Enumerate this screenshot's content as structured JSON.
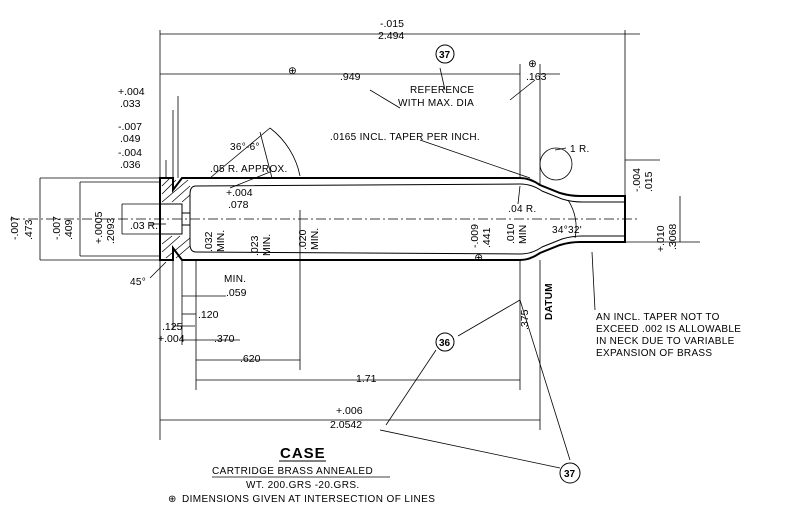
{
  "dimensions": {
    "overall_tol": "-.015",
    "overall_len": "2.494",
    "ref_len": ".949",
    "shoulder_ref": ".163",
    "reference_line1": "REFERENCE",
    "reference_line2": "WITH MAX. DIA",
    "rim_tol": "+.004",
    "rim_thk": ".033",
    "groove_tol": "-.007",
    "groove_dia_val": ".049",
    "bevel_tol": "-.004",
    "bevel_val": ".036",
    "angle_top": "36°-6°",
    "taper_note": ".0165 INCL. TAPER PER INCH.",
    "fillet_note": ".05 R. APPROX.",
    "web_tol": "+.004",
    "web_val": ".078",
    "r1_note": "1 R.",
    "neck_tol": "-.004",
    "neck_val": ".015",
    "rim_dia_tol": "-.007",
    "rim_dia_val": ".473",
    "head_dia_tol": "-.007",
    "head_dia_val": ".409",
    "primer_tol": "+.0005",
    "primer_val": ".2093",
    "r03": ".03 R.",
    "min032_val": ".032",
    "min032_lbl": "MIN.",
    "min023_val": ".023",
    "min023_lbl": "MIN.",
    "min020_val": ".020",
    "min020_lbl": "MIN.",
    "shoulder_tol": "-.009",
    "shoulder_dia": ".441",
    "min010_val": ".010",
    "min010_lbl": "MIN",
    "r04": ".04 R.",
    "angle_shoulder": "34°32'",
    "mouth_tol": "+.010",
    "mouth_dia": ".3068",
    "angle45": "45°",
    "min_lbl": "MIN.",
    "d059": ".059",
    "d120": ".120",
    "d125": ".125",
    "d125_tol": "+.004",
    "d370": ".370",
    "d620": ".620",
    "d71": "1.71",
    "d375": ".375",
    "datum": "DATUM",
    "neck_note_1": "AN INCL. TAPER NOT TO",
    "neck_note_2": "EXCEED .002 IS ALLOWABLE",
    "neck_note_3": "IN NECK DUE TO VARIABLE",
    "neck_note_4": "EXPANSION OF BRASS",
    "body_tol": "+.006",
    "body_len": "2.0542"
  },
  "balloons": {
    "b37": "37",
    "b36": "36",
    "b37b": "37"
  },
  "title": {
    "case": "CASE",
    "material": "CARTRIDGE BRASS ANNEALED",
    "weight": "WT. 200.GRS -20.GRS.",
    "footnote_symbol": "⊕",
    "footnote": "DIMENSIONS GIVEN AT INTERSECTION OF LINES"
  }
}
